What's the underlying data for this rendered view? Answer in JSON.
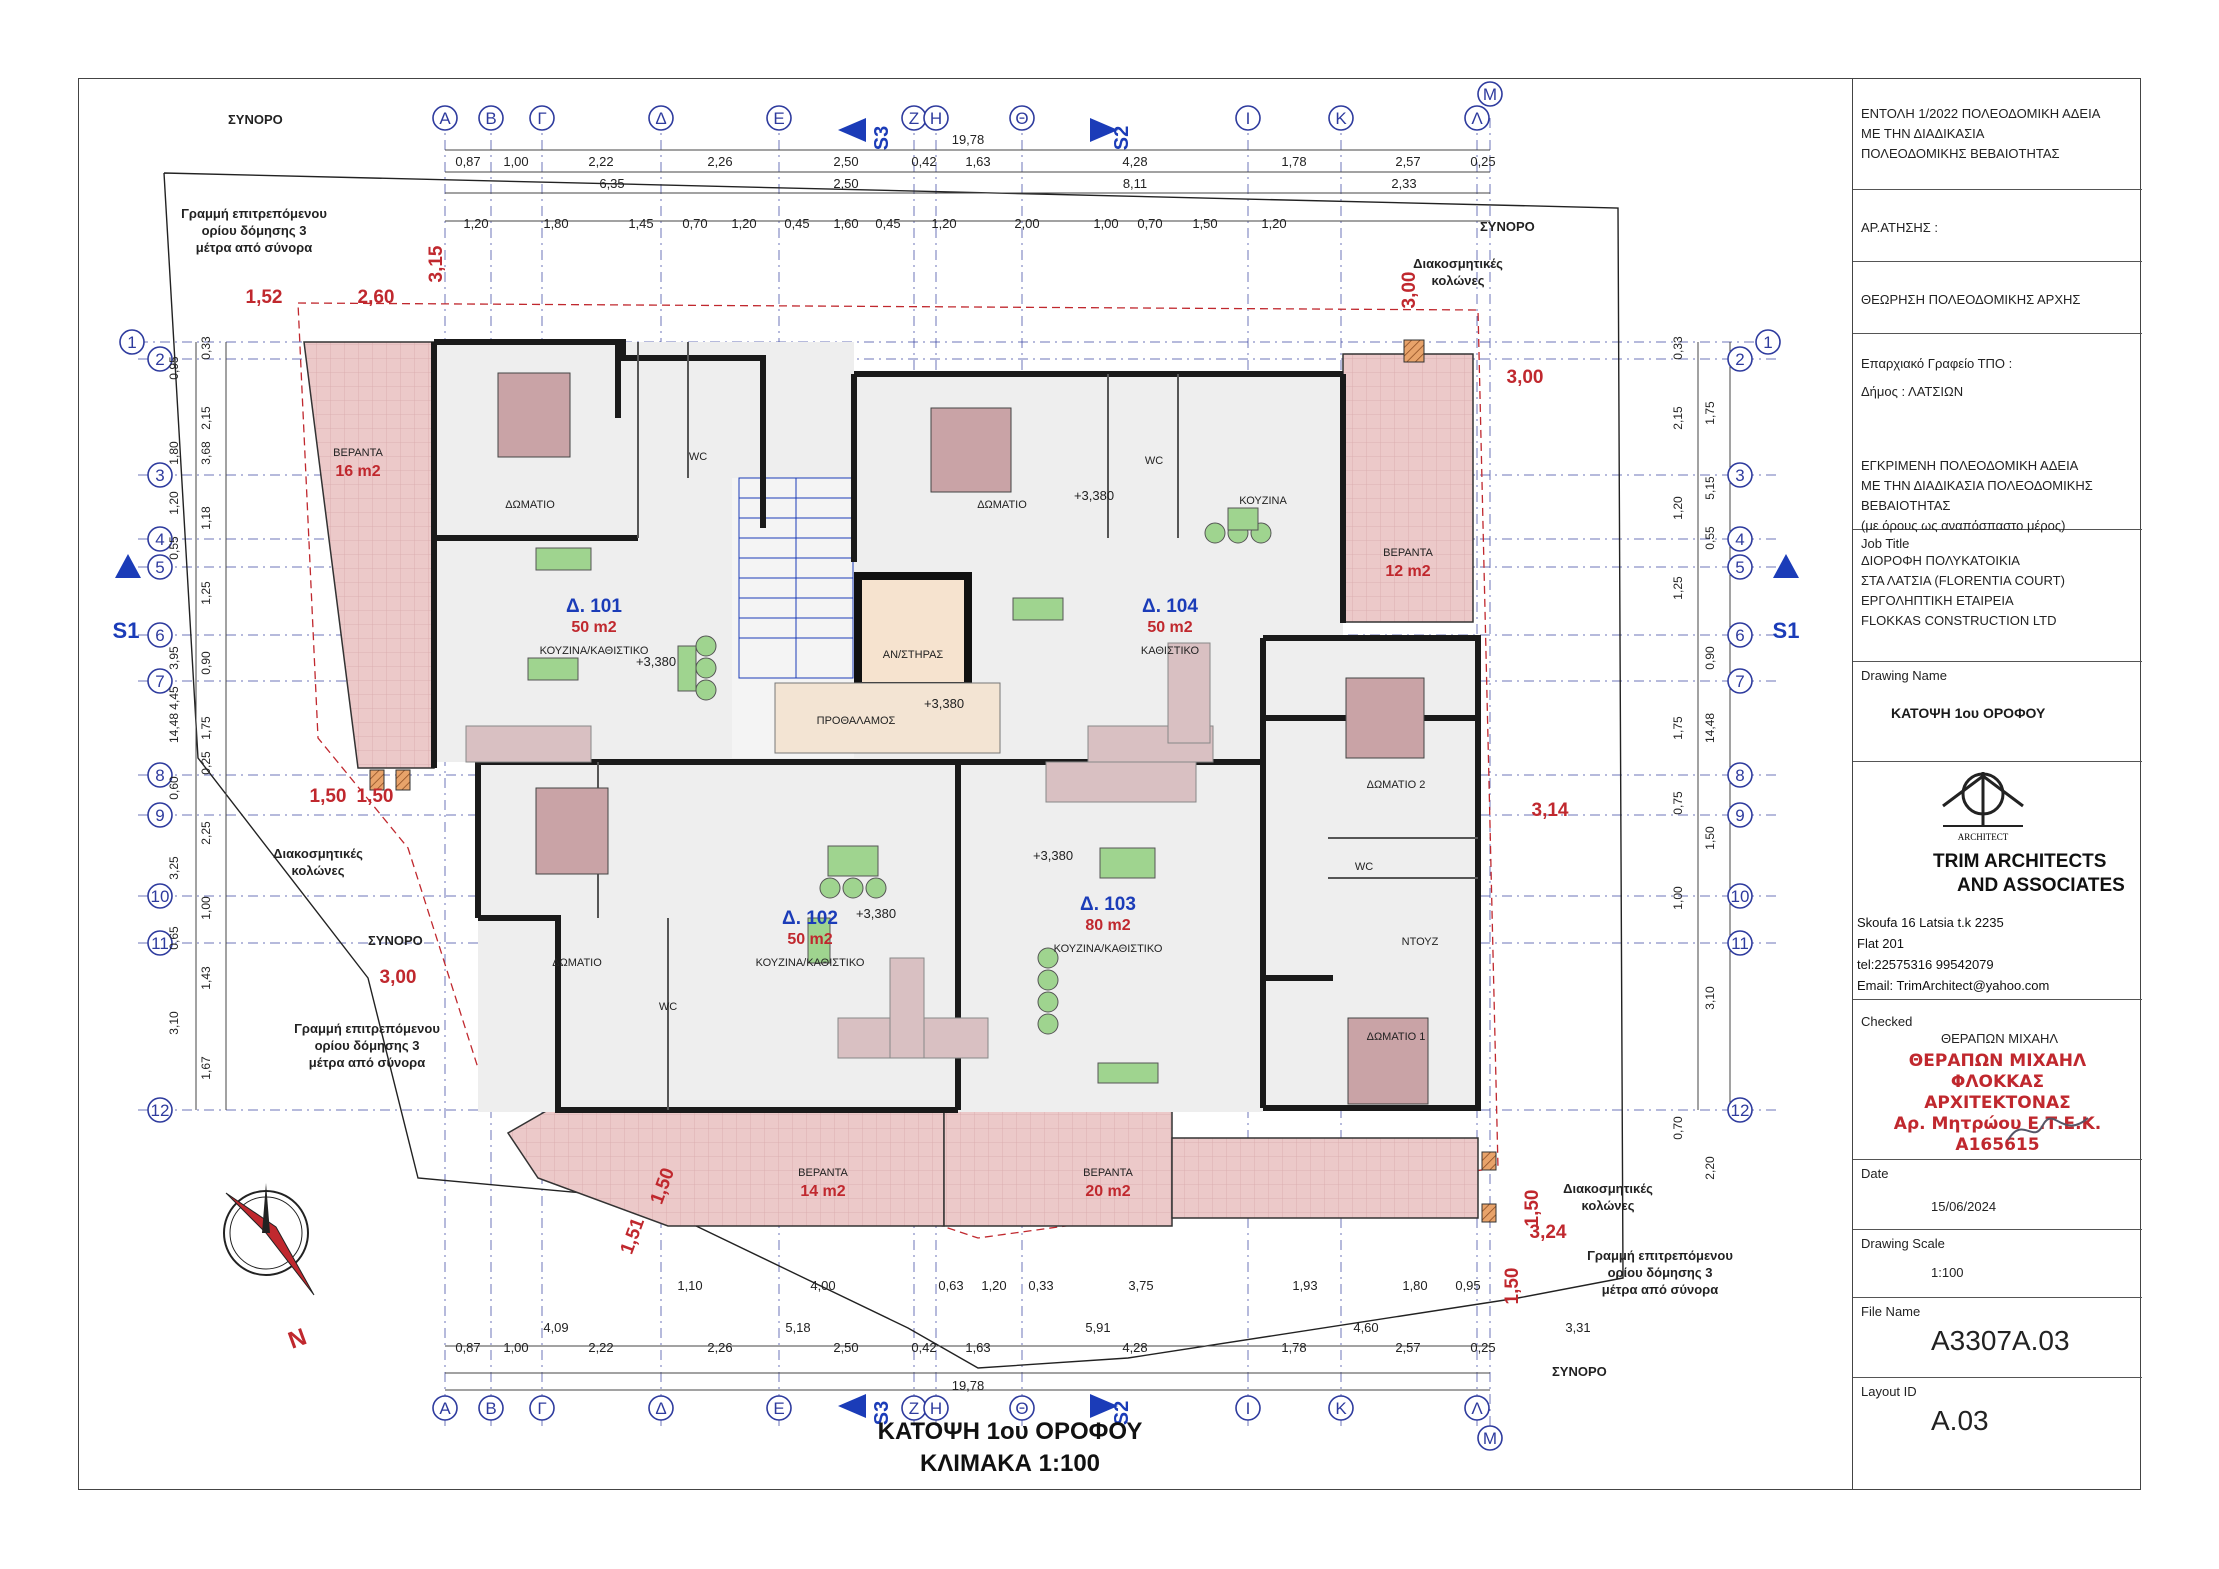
{
  "drawing": {
    "title_line1": "ΚΑΤΟΨΗ 1ου ΟΡΟΦΟΥ",
    "title_line2": "ΚΛΙΜΑΚΑ 1:100",
    "north_label": "N",
    "section_s1": "S1",
    "section_s2": "S2",
    "section_s3": "S3"
  },
  "grid_letters": [
    "Α",
    "Β",
    "Γ",
    "Δ",
    "Ε",
    "Ζ",
    "Η",
    "Θ",
    "Ι",
    "Κ",
    "Λ",
    "Μ"
  ],
  "grid_numbers": [
    "1",
    "2",
    "3",
    "4",
    "5",
    "6",
    "7",
    "8",
    "9",
    "10",
    "11",
    "12"
  ],
  "top_dims_row1": [
    "0,87",
    "1,00",
    "2,22",
    "2,26",
    "2,50",
    "0,42",
    "1,63",
    "4,28",
    "1,78",
    "2,57",
    "0,25"
  ],
  "top_dims_row2": [
    "6,35",
    "2,50",
    "8,11",
    "2,33"
  ],
  "top_dims_row3": [
    "1,20",
    "1,80",
    "1,45",
    "0,70",
    "1,20",
    "0,45",
    "1,60",
    "0,45",
    "1,20",
    "2,00",
    "1,00",
    "0,70",
    "1,50",
    "1,20"
  ],
  "overall_width": "19,78",
  "bottom_dims_row1": [
    "1,10",
    "4,00",
    "0,63",
    "1,20",
    "0,33",
    "3,75",
    "1,93",
    "1,80",
    "0,95"
  ],
  "bottom_dims_row2": [
    "4,09",
    "5,18",
    "5,91",
    "4,60",
    "3,31"
  ],
  "left_dims": [
    "0,33",
    "0,95",
    "2,15",
    "1,80",
    "3,68",
    "1,20",
    "1,18",
    "0,55",
    "1,25",
    "3,95",
    "0,90",
    "4,45",
    "1,75",
    "14,48",
    "0,25",
    "0,60",
    "2,25",
    "3,25",
    "1,00",
    "0,65",
    "1,43",
    "3,10",
    "1,67"
  ],
  "right_dims": [
    "0,33",
    "1,75",
    "2,15",
    "5,15",
    "1,20",
    "0,55",
    "1,25",
    "0,90",
    "1,75",
    "14,48",
    "0,75",
    "1,50",
    "1,00",
    "3,10",
    "0,70",
    "2,20"
  ],
  "red_dims": [
    "3,15",
    "1,52",
    "2,60",
    "3,00",
    "3,00",
    "1,50",
    "1,50",
    "3,14",
    "3,00",
    "1,50",
    "1,51",
    "1,50",
    "3,24",
    "1,50"
  ],
  "annotations": {
    "synoro": "ΣΥΝΟΡΟ",
    "build_line": "Γραμμή επιτρεπόμενου ορίου δόμησης 3 μέτρα από σύνορα",
    "build_line_l1": "Γραμμή επιτρεπόμενου",
    "build_line_l2": "ορίου δόμησης 3",
    "build_line_l3": "μέτρα από σύνορα",
    "deco_cols_l1": "Διακοσμητικές",
    "deco_cols_l2": "κολώνες"
  },
  "apartments": [
    {
      "id": "Δ. 101",
      "area": "50 m2",
      "label": "ΚΟΥΖΙΝΑ/ΚΑΘΙΣΤΙΚΟ"
    },
    {
      "id": "Δ. 102",
      "area": "50 m2",
      "label": "ΚΟΥΖΙΝΑ/ΚΑΘΙΣΤΙΚΟ"
    },
    {
      "id": "Δ. 103",
      "area": "80 m2",
      "label": "ΚΟΥΖΙΝΑ/ΚΑΘΙΣΤΙΚΟ"
    },
    {
      "id": "Δ. 104",
      "area": "50 m2",
      "label": "ΚΑΘΙΣΤΙΚΟ"
    }
  ],
  "rooms": {
    "domatio": "ΔΩΜΑΤΙΟ",
    "domatio1": "ΔΩΜΑΤΙΟ 1",
    "domatio2": "ΔΩΜΑΤΙΟ 2",
    "wc": "WC",
    "ntouz": "ΝΤΟΥΖ",
    "kouzina": "ΚΟΥΖΙΝΑ",
    "lift": "ΑΝ/ΣΤΗΡΑΣ",
    "lobby": "ΠΡΟΘΑΛΑΜΟΣ",
    "veranta": "ΒΕΡΑΝΤΑ",
    "level": "+3,380"
  },
  "verandas": [
    "16 m2",
    "12 m2",
    "14 m2",
    "20 m2"
  ],
  "title_block": {
    "permit": [
      "ΕΝΤΟΛΗ 1/2022 ΠΟΛΕΟΔΟΜΙΚΗ ΑΔΕΙΑ",
      "ΜΕ ΤΗΝ ΔΙΑΔΙΚΑΣΙΑ",
      "ΠΟΛΕΟΔΟΜΙΚΗΣ ΒΕΒΑΙΟΤΗΤΑΣ"
    ],
    "ar_athisis": "ΑΡ.ΑΤΗΣΗΣ :",
    "theorisi": "ΘΕΩΡΗΣΗ ΠΟΛΕΟΔΟΜΙΚΗΣ ΑΡΧΗΣ",
    "eparchiako": "Επαρχιακό Γραφείο ΤΠΟ :",
    "dimos": "Δήμος : ΛΑΤΣΙΩΝ",
    "approved": [
      "ΕΓΚΡΙΜΕΝΗ ΠΟΛΕΟΔΟΜΙΚΗ ΑΔΕΙΑ",
      "ΜΕ ΤΗΝ ΔΙΑΔΙΚΑΣΙΑ ΠΟΛΕΟΔΟΜΙΚΗΣ",
      "ΒΕΒΑΙΟΤΗΤΑΣ",
      "(με όρους ως αναπόσπαστο μέρος)"
    ],
    "job_title_label": "Job Title",
    "job_title": [
      "ΔΙΟΡΟΦΗ  ΠΟΛΥΚΑΤΟΙΚΙΑ",
      "ΣΤΑ ΛΑΤΣΙΑ (FLORENTIA COURT)",
      "ΕΡΓΟΛΗΠΤΙΚΗ ΕΤΑΙΡΕΙΑ",
      "FLOKKAS CONSTRUCTION LTD"
    ],
    "drawing_name_label": "Drawing Name",
    "drawing_name": "ΚΑΤΟΨΗ 1ου ΟΡΟΦΟΥ",
    "logo_text": "ARCHITECT",
    "firm": [
      "TRIM  ARCHITECTS",
      "AND  ASSOCIATES"
    ],
    "contact": [
      "Skoufa  16  Latsia  t.k  2235",
      "Flat 201",
      "tel:22575316 99542079",
      "Email: TrimArchitect@yahoo.com"
    ],
    "checked_label": "Checked",
    "checked_name": "ΘΕΡΑΠΩΝ ΜΙΧΑΗΛ",
    "stamp": [
      "ΘΕΡΑΠΩΝ ΜΙΧΑΗΛ ΦΛΟΚΚΑΣ",
      "ΑΡΧΙΤΕΚΤΟΝΑΣ",
      "Αρ. Μητρώου Ε.Τ.Ε.Κ. Α165615"
    ],
    "date_label": "Date",
    "date": "15/06/2024",
    "scale_label": "Drawing Scale",
    "scale": "1:100",
    "file_label": "File Name",
    "file": "A3307A.03",
    "layout_label": "Layout ID",
    "layout": "A.03"
  },
  "colors": {
    "veranda_fill": "#e9c6c6",
    "wall": "#1a1a1a",
    "furniture": "#c9a3a6",
    "green": "#9fd48f",
    "grid": "#2e3b9e",
    "red": "#c0282e",
    "blue_label": "#1b3cb8",
    "orange": "#e08a3a"
  }
}
